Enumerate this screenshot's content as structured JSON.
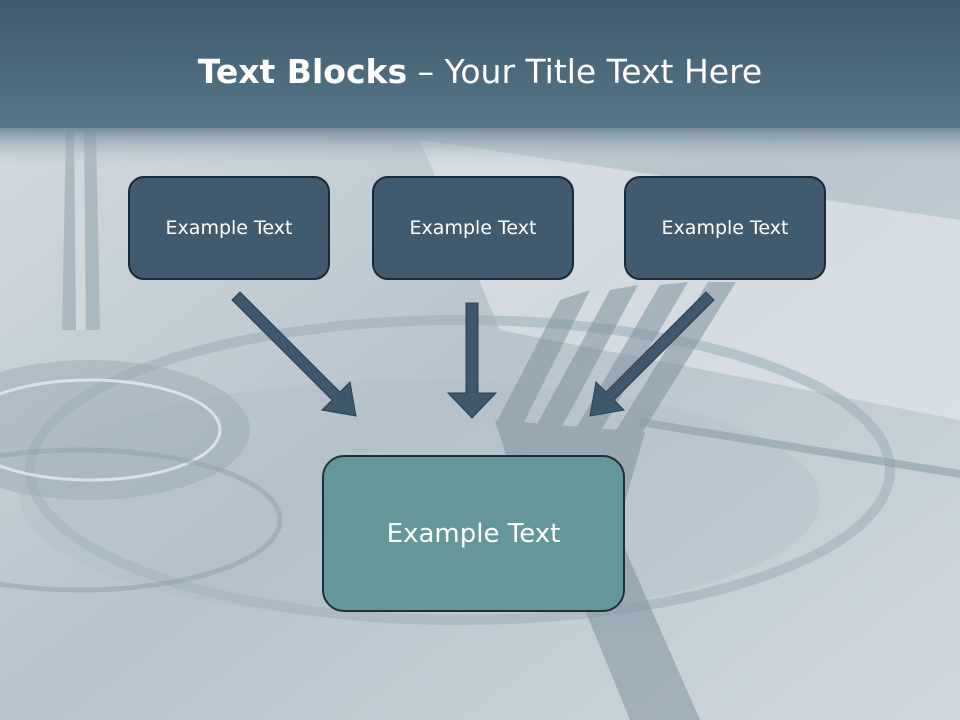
{
  "title": {
    "bold": "Text Blocks",
    "dash": " – ",
    "rest": "Your Title Text Here"
  },
  "boxes": [
    {
      "label": "Example Text"
    },
    {
      "label": "Example Text"
    },
    {
      "label": "Example Text"
    }
  ],
  "center_box": {
    "label": "Example Text"
  },
  "colors": {
    "header_band": "#4a6678",
    "small_box_fill": "#415a6d",
    "center_box_fill": "#65979a",
    "arrow": "#3e5769"
  },
  "background_image": "dining-table-fork-wineglass-photo"
}
